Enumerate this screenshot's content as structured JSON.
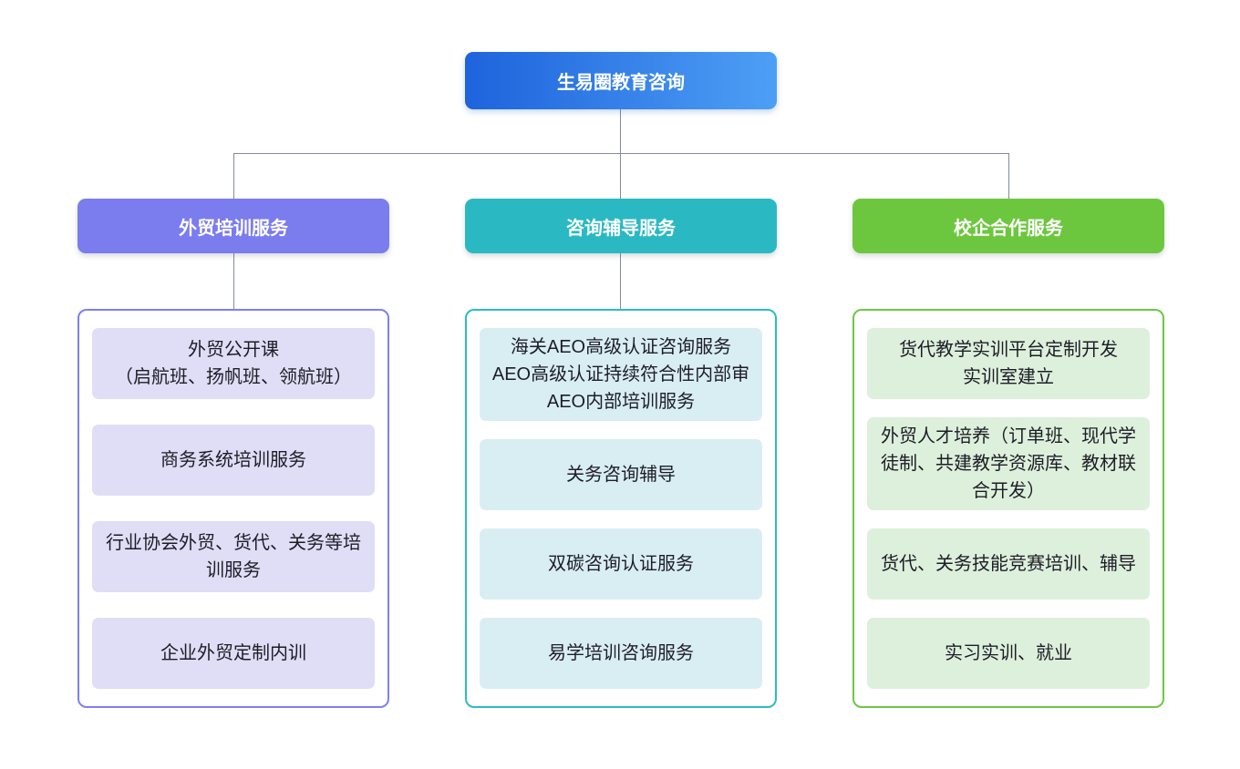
{
  "root": {
    "label": "生易圈教育咨询",
    "gradient_start": "#1E63DC",
    "gradient_end": "#4D9FF5"
  },
  "connector_color": "#848B98",
  "branches": [
    {
      "label": "外贸培训服务",
      "header_bg": "#7B7CEE",
      "border_color": "#7C80F2",
      "item_bg": "#E0DDF6",
      "items": [
        "外贸公开课\n（启航班、扬帆班、领航班）",
        "商务系统培训服务",
        "行业协会外贸、货代、关务等培训服务",
        "企业外贸定制内训"
      ]
    },
    {
      "label": "咨询辅导服务",
      "header_bg": "#2AB9C3",
      "border_color": "#2BBCC4",
      "item_bg": "#D9EEF2",
      "items": [
        "海关AEO高级认证咨询服务\nAEO高级认证持续符合性内部审\nAEO内部培训服务",
        "关务咨询辅导",
        "双碳咨询认证服务",
        "易学培训咨询服务"
      ]
    },
    {
      "label": "校企合作服务",
      "header_bg": "#6DC73E",
      "border_color": "#6CC645",
      "item_bg": "#DDF0DB",
      "items": [
        "货代教学实训平台定制开发\n实训室建立",
        "外贸人才培养（订单班、现代学徒制、共建教学资源库、教材联合开发）",
        "货代、关务技能竞赛培训、辅导",
        "实习实训、就业"
      ]
    }
  ]
}
